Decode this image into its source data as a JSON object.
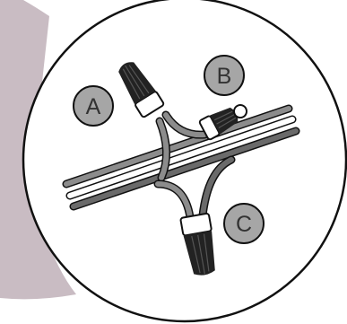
{
  "colors": {
    "shadow": "#c9bcc3",
    "outline": "#111111",
    "wire_gray": "#8c8c8c",
    "wire_dark": "#6a6a6a",
    "connector_dark": "#222222",
    "callout_fill": "#a6a6a6",
    "callout_text": "#333333"
  },
  "callouts": [
    {
      "label": "A",
      "target": "wire-nut-a"
    },
    {
      "label": "B",
      "target": "wire-nut-b"
    },
    {
      "label": "C",
      "target": "wire-nut-c"
    }
  ]
}
